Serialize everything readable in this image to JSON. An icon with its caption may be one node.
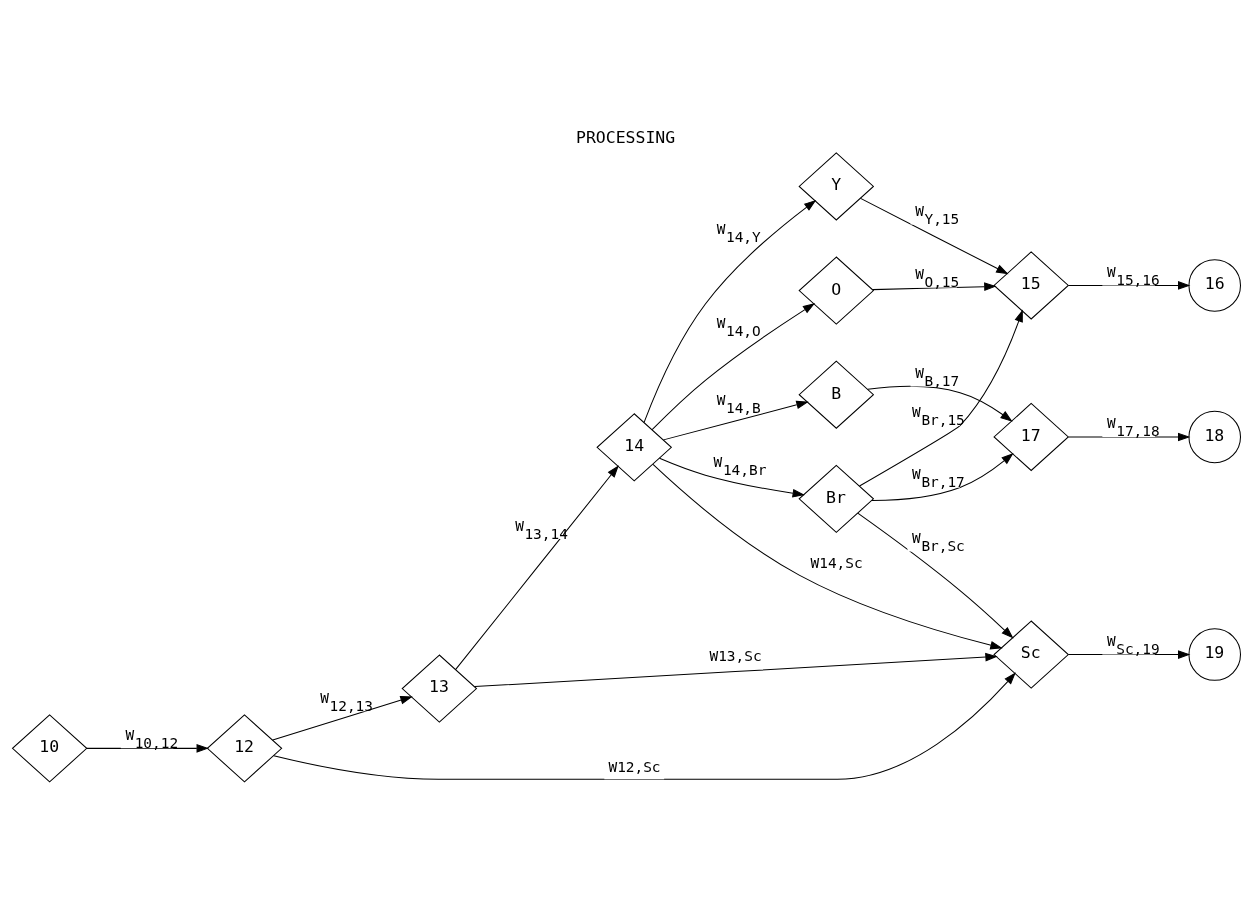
{
  "diagram": {
    "title": "PROCESSING",
    "nodes": [
      {
        "text": [
          "10"
        ]
      },
      {
        "text": [
          "12"
        ]
      },
      {
        "text": [
          "13"
        ]
      },
      {
        "text": [
          "14"
        ]
      },
      {
        "text": [
          "Y"
        ]
      },
      {
        "text": [
          "O"
        ]
      },
      {
        "text": [
          "B"
        ]
      },
      {
        "text": [
          "Br"
        ]
      },
      {
        "text": [
          "Sc"
        ]
      },
      {
        "text": [
          "15"
        ]
      },
      {
        "text": [
          "17"
        ]
      },
      {
        "text": [
          "16"
        ]
      },
      {
        "text": [
          "18"
        ]
      },
      {
        "text": [
          "19"
        ]
      }
    ],
    "edges": [
      {
        "from": 0,
        "to": 1,
        "arrow": "to",
        "label": "W$_{10,12}$"
      },
      {
        "from": 1,
        "to": 2,
        "arrow": "to",
        "label": "W$_{12,13}$"
      },
      {
        "from": 1,
        "to": 8,
        "arrow": "to",
        "label": "W12,Sc"
      },
      {
        "from": 2,
        "to": 3,
        "arrow": "to",
        "label": "W$_{13,14}$"
      },
      {
        "from": 2,
        "to": 8,
        "arrow": "to",
        "label": "W13,Sc"
      },
      {
        "from": 3,
        "to": 4,
        "arrow": "to",
        "label": "W$_{14,Y}$"
      },
      {
        "from": 3,
        "to": 5,
        "arrow": "to",
        "label": "W$_{14,O}$"
      },
      {
        "from": 3,
        "to": 6,
        "arrow": "to",
        "label": "W$_{14,B}$"
      },
      {
        "from": 3,
        "to": 7,
        "arrow": "to",
        "label": "W$_{14,Br}$"
      },
      {
        "from": 3,
        "to": 8,
        "arrow": "to",
        "label": "W14,Sc"
      },
      {
        "from": 4,
        "to": 9,
        "arrow": "to",
        "label": "W$_{Y,15}$"
      },
      {
        "from": 5,
        "to": 9,
        "arrow": "to",
        "label": "W$_{O,15}$"
      },
      {
        "from": 6,
        "to": 10,
        "arrow": "to",
        "label": "W$_{B,17}$"
      },
      {
        "from": 7,
        "to": 9,
        "arrow": "to",
        "label": "W$_{Br,15}$"
      },
      {
        "from": 7,
        "to": 10,
        "arrow": "to",
        "label": "W$_{Br,17}$"
      },
      {
        "from": 7,
        "to": 8,
        "arrow": "to",
        "label": "W$_{Br,Sc}$"
      },
      {
        "from": 9,
        "to": 11,
        "arrow": "to",
        "label": "W$_{15,16}$"
      },
      {
        "from": 10,
        "to": 12,
        "arrow": "to",
        "label": "W$_{17,18}$"
      },
      {
        "from": 8,
        "to": 13,
        "arrow": "to",
        "label": "W$_{Sc,19}$"
      }
    ]
  }
}
